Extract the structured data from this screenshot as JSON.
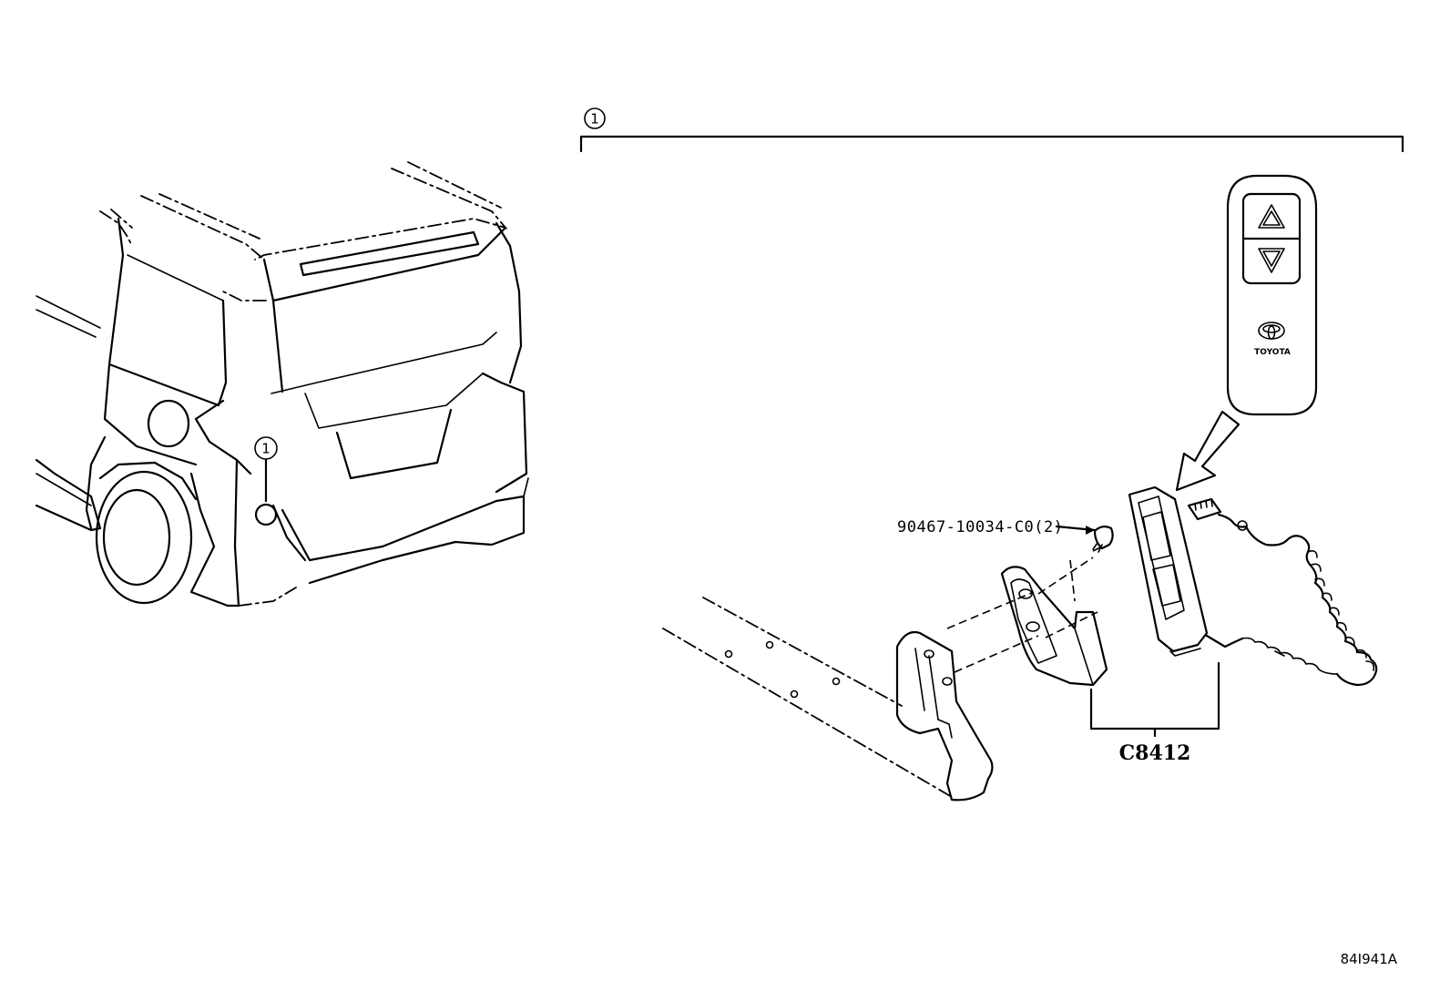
{
  "diagram": {
    "group_callout": "1",
    "car_callout": "1",
    "part_fastener": "90467-10034-C0(2)",
    "part_code": "C8412",
    "remote_brand": "TOYOTA",
    "reference_number": "84I941A",
    "icons": {
      "up_button": "triangle-up-icon",
      "down_button": "triangle-down-icon",
      "brand_logo": "toyota-logo-icon"
    }
  }
}
